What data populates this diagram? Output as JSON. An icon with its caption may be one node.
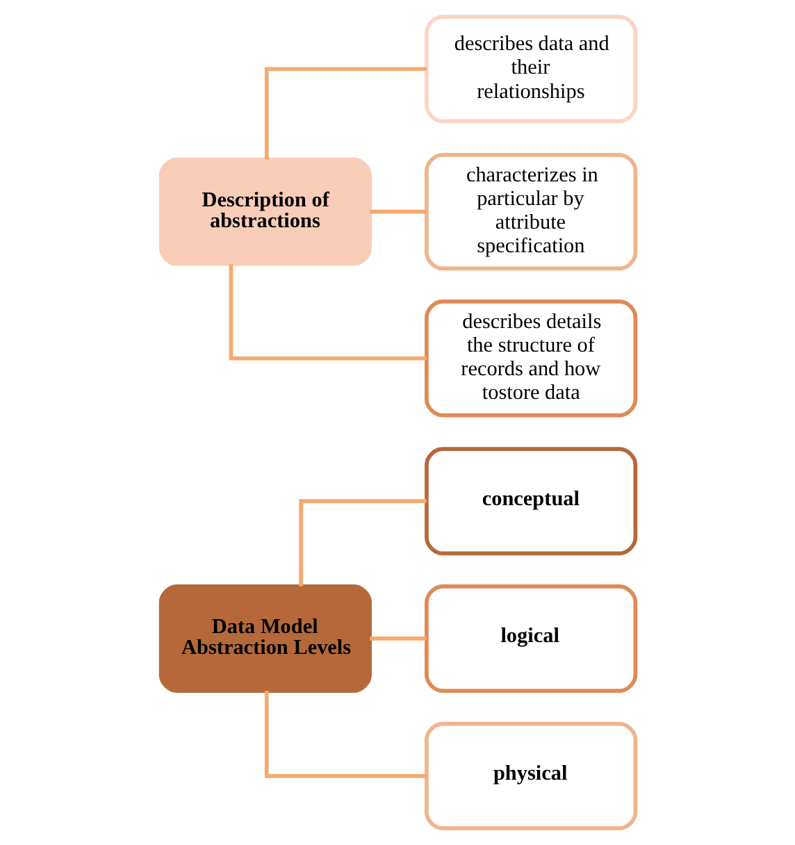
{
  "diagram": {
    "nodes": [
      {
        "text": [
          "Data Model Abstraction Levels"
        ]
      },
      {
        "text": [
          "conceptual"
        ]
      },
      {
        "text": [
          "logical"
        ]
      },
      {
        "text": [
          "physical"
        ]
      },
      {
        "text": [
          "Description of abstractions"
        ]
      },
      {
        "text": [
          "describes data and their relationships"
        ]
      },
      {
        "text": [
          "characterizes in particular by attribute specification"
        ]
      },
      {
        "text": [
          "describes details the structure of records and how tostore data"
        ]
      }
    ],
    "edges": [
      {
        "from": 0,
        "to": 1,
        "arrow": "none"
      },
      {
        "from": 0,
        "to": 2,
        "arrow": "none"
      },
      {
        "from": 0,
        "to": 3,
        "arrow": "none"
      },
      {
        "from": 4,
        "to": 5,
        "arrow": "none"
      },
      {
        "from": 4,
        "to": 6,
        "arrow": "none"
      },
      {
        "from": 4,
        "to": 7,
        "arrow": "none"
      }
    ]
  }
}
